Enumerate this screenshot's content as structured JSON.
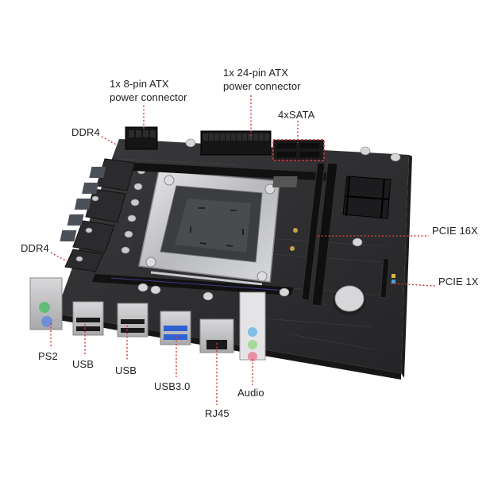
{
  "image": {
    "subject": "motherboard",
    "description": "Micro-ATX LGA2011-3 style motherboard with component callouts",
    "background_color": "#ffffff",
    "leader_line_color": "#d03a3a",
    "board_color": "#2a2a2c"
  },
  "callouts": {
    "power_8pin": {
      "line1": "1x 8-pin ATX",
      "line2": "power connector"
    },
    "power_24pin": {
      "line1": "1x 24-pin ATX",
      "line2": "power connector"
    },
    "sata": {
      "label": "4xSATA"
    },
    "ddr4_top": {
      "label": "DDR4"
    },
    "ddr4_bottom": {
      "label": "DDR4"
    },
    "pcie16": {
      "label": "PCIE 16X"
    },
    "pcie1": {
      "label": "PCIE 1X"
    },
    "ps2": {
      "label": "PS2"
    },
    "usb_a": {
      "label": "USB"
    },
    "usb_b": {
      "label": "USB"
    },
    "usb3": {
      "label": "USB3.0"
    },
    "rj45": {
      "label": "RJ45"
    },
    "audio": {
      "label": "Audio"
    }
  }
}
